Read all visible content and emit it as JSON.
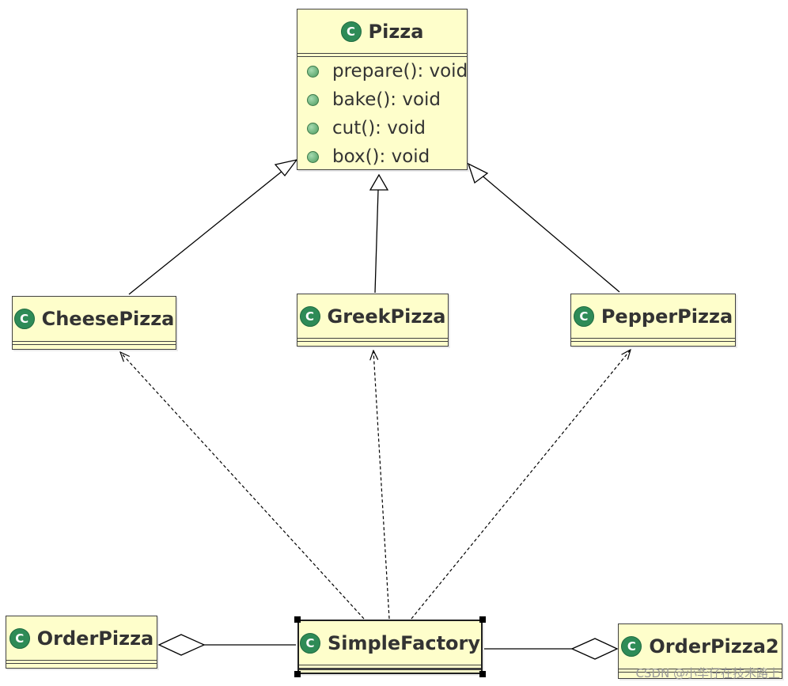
{
  "diagram": {
    "classes": {
      "pizza": {
        "name": "Pizza",
        "methods": [
          "prepare(): void",
          "bake(): void",
          "cut(): void",
          "box(): void"
        ]
      },
      "cheese": {
        "name": "CheesePizza"
      },
      "greek": {
        "name": "GreekPizza"
      },
      "pepper": {
        "name": "PepperPizza"
      },
      "order": {
        "name": "OrderPizza"
      },
      "factory": {
        "name": "SimpleFactory"
      },
      "order2": {
        "name": "OrderPizza2"
      }
    },
    "class_icon": "class-icon",
    "method_icon": "public-method-icon",
    "colors": {
      "class_fill": "#fefecb",
      "border": "#404040",
      "icon": "#2e8b57"
    }
  },
  "watermark": "CSDN @小华仔在技术路上"
}
